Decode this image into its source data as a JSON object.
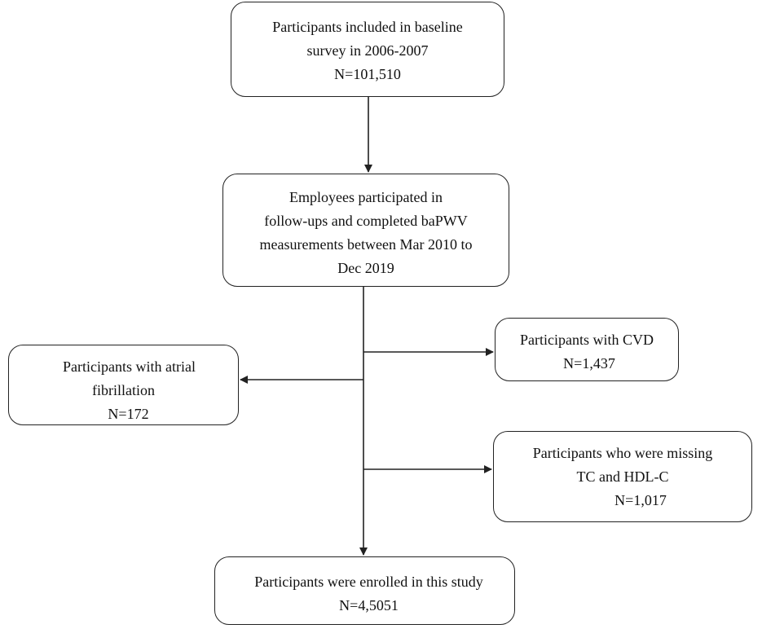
{
  "nodes": {
    "baseline": {
      "lines": [
        "Participants included in baseline",
        "survey in 2006-2007",
        "N=101,510"
      ]
    },
    "employees": {
      "lines": [
        "Employees participated in",
        "follow-ups and completed baPWV",
        "measurements between Mar 2010 to",
        "Dec 2019"
      ]
    },
    "cvd": {
      "lines": [
        "Participants with CVD",
        "N=1,437"
      ]
    },
    "atrial_fibrillation": {
      "lines": [
        "Participants with atrial",
        "fibrillation",
        "N=172"
      ]
    },
    "missing": {
      "lines": [
        "Participants who were missing",
        "TC and HDL-C",
        "N=1,017"
      ]
    },
    "enrolled": {
      "lines": [
        "Participants were enrolled in this study",
        "N=4,5051"
      ]
    }
  },
  "colors": {
    "line": "#222222",
    "background": "#ffffff"
  }
}
